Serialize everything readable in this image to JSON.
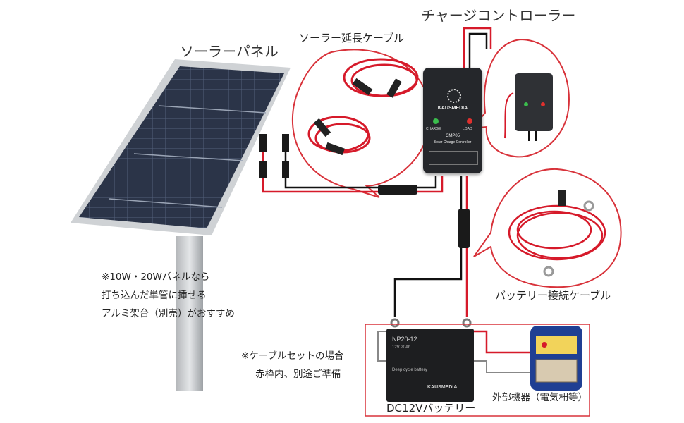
{
  "labels": {
    "solar_panel": "ソーラーパネル",
    "extension_cable": "ソーラー延長ケーブル",
    "charge_controller": "チャージコントローラー",
    "battery_cable": "バッテリー接続ケーブル",
    "battery": "DC12Vバッテリー",
    "external_device": "外部機器（電気柵等）"
  },
  "notes": {
    "panel_mount": [
      "※10W・20Wパネルなら",
      "打ち込んだ単管に挿せる",
      "アルミ架台（別売）がおすすめ"
    ],
    "cable_set": [
      "※ケーブルセットの場合",
      "赤枠内、別途ご準備"
    ]
  },
  "controller": {
    "brand": "KAUSMEDIA",
    "model": "CMP05",
    "subtitle": "Solar Charge Controller",
    "charge_label": "CHARGE",
    "load_label": "LOAD"
  },
  "battery_unit": {
    "model": "NP20-12",
    "spec": "12V 20Ah",
    "kind": "Deep cycle battery",
    "brand": "KAUSMEDIA"
  },
  "colors": {
    "wire_red": "#d61a2a",
    "wire_black": "#111111",
    "frame_red": "#d8323a",
    "panel_cell": "#2a3346",
    "device_blue": "#1f3f93"
  }
}
